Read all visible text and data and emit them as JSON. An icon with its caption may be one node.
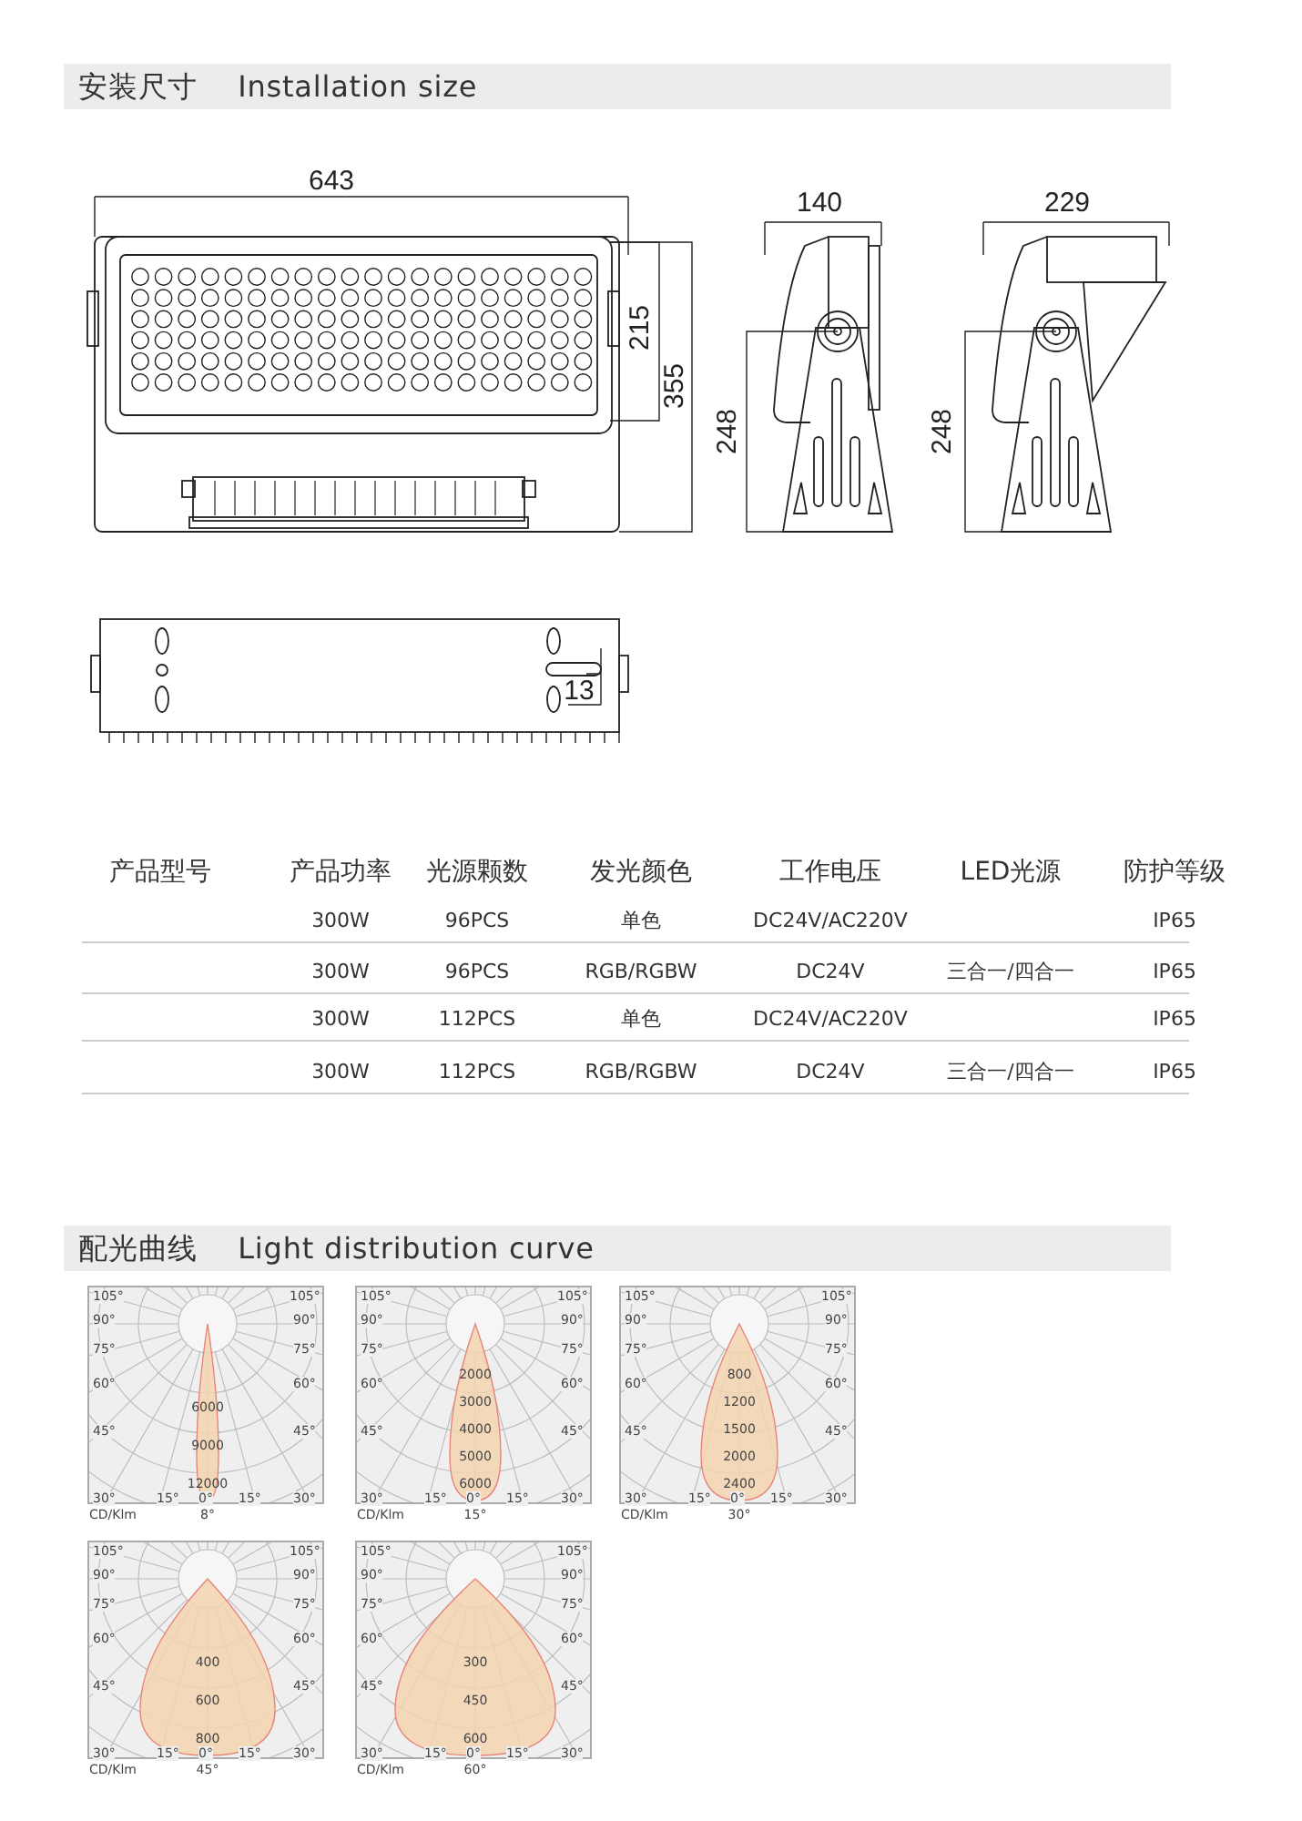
{
  "diagram": {
    "nodes": [
      {
        "text": [
          "安装尺寸",
          "Installation size"
        ]
      },
      {
        "text": [
          "配光曲线",
          "Light distribution curve"
        ]
      },
      {
        "text": [
          "105°",
          "105°",
          "90°",
          "90°",
          "75°",
          "75°",
          "60°",
          "60°",
          "45°",
          "45°",
          "30°",
          "15°",
          "0°",
          "15°",
          "30°",
          "CD/Klm",
          "6000",
          "9000",
          "12000",
          "8°"
        ]
      },
      {
        "text": [
          "105°",
          "105°",
          "90°",
          "90°",
          "75°",
          "75°",
          "60°",
          "60°",
          "45°",
          "45°",
          "30°",
          "15°",
          "0°",
          "15°",
          "30°",
          "CD/Klm",
          "2000",
          "3000",
          "4000",
          "5000",
          "6000",
          "15°"
        ]
      },
      {
        "text": [
          "105°",
          "105°",
          "90°",
          "90°",
          "75°",
          "75°",
          "60°",
          "60°",
          "45°",
          "45°",
          "30°",
          "15°",
          "0°",
          "15°",
          "30°",
          "CD/Klm",
          "800",
          "1200",
          "1500",
          "2000",
          "2400",
          "30°"
        ]
      },
      {
        "text": [
          "105°",
          "105°",
          "90°",
          "90°",
          "75°",
          "75°",
          "60°",
          "60°",
          "45°",
          "45°",
          "30°",
          "15°",
          "0°",
          "15°",
          "30°",
          "CD/Klm",
          "400",
          "600",
          "800",
          "45°"
        ]
      },
      {
        "text": [
          "105°",
          "105°",
          "90°",
          "90°",
          "75°",
          "75°",
          "60°",
          "60°",
          "45°",
          "45°",
          "30°",
          "15°",
          "0°",
          "15°",
          "30°",
          "CD/Klm",
          "300",
          "450",
          "600",
          "60°"
        ]
      }
    ],
    "labels": [
      "643",
      "215",
      "355",
      "140",
      "248",
      "229",
      "248",
      "13",
      "产品型号",
      "产品功率",
      "光源颗数",
      "发光颜色",
      "工作电压",
      "LED光源",
      "防护等级",
      "300W",
      "96PCS",
      "单色",
      "DC24V/AC220V",
      "IP65",
      "300W",
      "96PCS",
      "RGB/RGBW",
      "DC24V",
      "三合一/四合一",
      "IP65",
      "300W",
      "112PCS",
      "单色",
      "DC24V/AC220V",
      "IP65",
      "300W",
      "112PCS",
      "RGB/RGBW",
      "DC24V",
      "三合一/四合一",
      "IP65"
    ]
  }
}
